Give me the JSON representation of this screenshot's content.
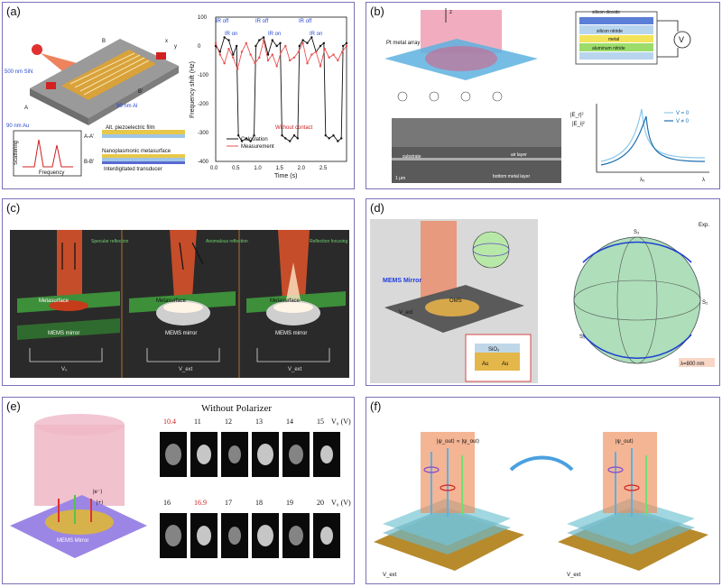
{
  "panels": {
    "a": {
      "label": "(a)",
      "device_labels": [
        "500 nm SiN",
        "90 nm Al",
        "90 nm Au",
        "A",
        "B",
        "B'",
        "A'",
        "x",
        "y"
      ],
      "inset_labels": [
        "Scattering",
        "Frequency"
      ],
      "stack_labels": [
        "Alt. piezoelectric film",
        "Nanoplasmonic metasurface",
        "Interdigitated transducer"
      ],
      "stack_markers": [
        "A-A'",
        "B-B'"
      ],
      "plot_annotations": [
        "IR off",
        "IR on",
        "IR off",
        "IR on",
        "IR off",
        "IR on",
        "Without contact"
      ],
      "legend": [
        "Calculation",
        "Measurement"
      ]
    },
    "b": {
      "label": "(b)",
      "schematic_labels": [
        "Pt metal array",
        "z",
        "silicon dioxide",
        "silicon nitride",
        "metal",
        "aluminum nitride",
        "V"
      ],
      "sem_labels": [
        "1 μm",
        "substrate",
        "bottom metal layer",
        "air layer"
      ],
      "spectrum_labels": [
        "|E_r|²",
        "|E_i|²",
        "λ₀",
        "λ"
      ],
      "legend": [
        "V = 0",
        "V ≠ 0"
      ]
    },
    "c": {
      "label": "(c)",
      "annotations": [
        "Specular reflection",
        "Anomalous reflection",
        "Reflection focusing"
      ],
      "metasurface_labels": [
        "Metasurface",
        "Metasurface",
        "Metasurface"
      ],
      "mirror_labels": [
        "MEMS mirror",
        "MEMS mirror",
        "MEMS mirror"
      ],
      "voltage_labels": [
        "V₀",
        "V_ext",
        "V_ext"
      ]
    },
    "d": {
      "label": "(d)",
      "labels": [
        "MEMS Mirror",
        "OMS",
        "SiO₂",
        "Au",
        "Au",
        "V_ext",
        "λ=800 nm",
        "Exp."
      ],
      "sphere_labels": [
        "S₁",
        "S₂",
        "S₃"
      ]
    },
    "e": {
      "label": "(e)",
      "title": "Without Polarizer",
      "row1_voltages": [
        "10.4",
        "11",
        "12",
        "13",
        "14",
        "15"
      ],
      "row2_voltages": [
        "16",
        "16.9",
        "17",
        "18",
        "19",
        "20"
      ],
      "voltage_axis": "V₀ (V)",
      "row1_red_index": 0,
      "row2_red_index": 1,
      "scene_labels": [
        "|e⁻⟩",
        "|+⟩",
        "MEMS Mirror"
      ]
    },
    "f": {
      "label": "(f)",
      "left_label": "|ψ_out⟩ ∝ |ψ_out⟩",
      "right_label": "|ψ_out⟩",
      "left_voltage": "V_ext",
      "right_voltage": "V_ext"
    }
  },
  "chart_data": {
    "type": "line",
    "xlabel": "Time (s)",
    "ylabel": "Frequency shift (Hz)",
    "xlim": [
      0,
      3.0
    ],
    "ylim": [
      -400,
      100
    ],
    "xticks": [
      "0.0",
      "0.5",
      "1.0",
      "1.5",
      "2.0",
      "2.5"
    ],
    "yticks": [
      "100",
      "0",
      "-100",
      "-200",
      "-300",
      "-400"
    ],
    "series": [
      {
        "name": "Calculation",
        "color": "#111111",
        "x": [
          0,
          0.1,
          0.2,
          0.3,
          0.4,
          0.48,
          0.52,
          0.6,
          0.7,
          0.8,
          0.88,
          0.92,
          1.0,
          1.1,
          1.2,
          1.3,
          1.4,
          1.48,
          1.52,
          1.6,
          1.7,
          1.8,
          1.88,
          1.92,
          2.0,
          2.1,
          2.2,
          2.3,
          2.4,
          2.48,
          2.52,
          2.6,
          2.7,
          2.8,
          2.88,
          2.92,
          3.0
        ],
        "y": [
          0,
          -20,
          30,
          20,
          -30,
          0,
          -310,
          -330,
          -320,
          -330,
          -310,
          0,
          20,
          30,
          -30,
          20,
          0,
          10,
          -310,
          -320,
          -330,
          -310,
          -320,
          0,
          20,
          10,
          30,
          -20,
          0,
          10,
          -310,
          -320,
          -310,
          -330,
          -320,
          0,
          10
        ]
      },
      {
        "name": "Measurement",
        "color": "#e85050",
        "x": [
          0,
          0.1,
          0.2,
          0.3,
          0.4,
          0.5,
          0.6,
          0.7,
          0.8,
          0.9,
          1.0,
          1.1,
          1.2,
          1.3,
          1.4,
          1.5,
          1.6,
          1.7,
          1.8,
          1.9,
          2.0,
          2.1,
          2.2,
          2.3,
          2.4,
          2.5,
          2.6,
          2.7,
          2.8,
          2.9,
          3.0
        ],
        "y": [
          10,
          -30,
          -60,
          -10,
          -40,
          -80,
          -20,
          10,
          -30,
          -60,
          -40,
          20,
          -50,
          -30,
          -70,
          -20,
          0,
          -50,
          -40,
          -20,
          10,
          -60,
          -30,
          -20,
          -70,
          -10,
          -40,
          -30,
          -50,
          -20,
          0
        ]
      }
    ]
  }
}
